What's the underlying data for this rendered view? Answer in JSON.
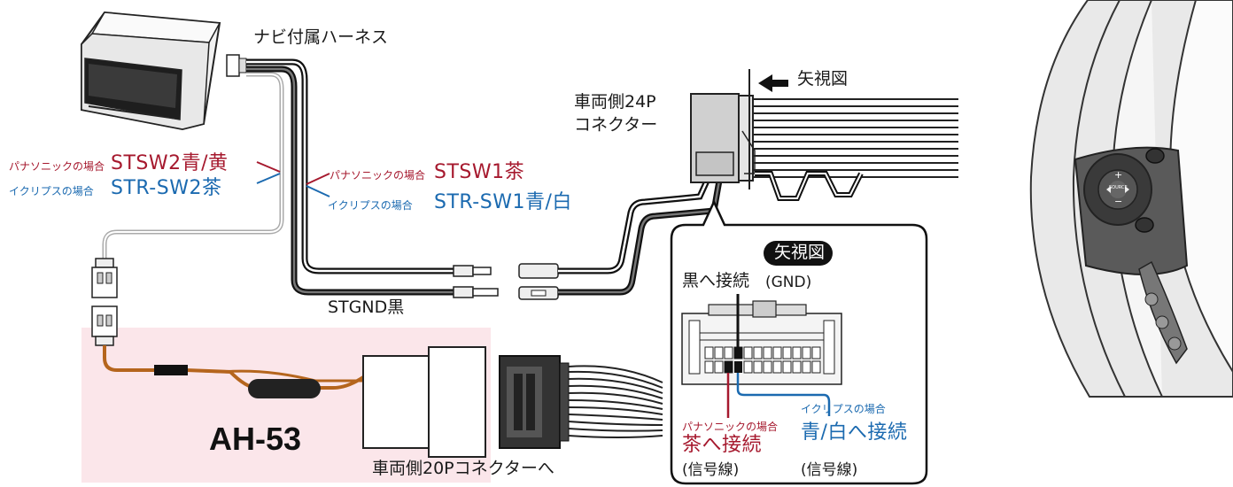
{
  "labels": {
    "navi_harness": "ナビ付属ハーネス",
    "arrow_view": "矢視図",
    "vehicle_24p_line1": "車両側24P",
    "vehicle_24p_line2": "コネクター",
    "panasonic_case": "パナソニックの場合",
    "eclipse_case": "イクリプスの場合",
    "stsw2": "STSW2青/黄",
    "strsw2": "STR-SW2茶",
    "stsw1": "STSW1茶",
    "strsw1": "STR-SW1青/白",
    "stgnd": "STGND黒",
    "model": "AH-53",
    "vehicle_20p": "車両側20Pコネクターへ"
  },
  "inset": {
    "title": "矢視図",
    "black_connect": "黒へ接続",
    "gnd": "(GND)",
    "panasonic_case": "パナソニックの場合",
    "eclipse_case": "イクリプスの場合",
    "brown_connect": "茶へ接続",
    "bluewhite_connect": "青/白へ接続",
    "signal1": "(信号線)",
    "signal2": "(信号線)"
  },
  "steering": {
    "source_label": "SOURCE",
    "plus": "+",
    "minus": "−"
  },
  "colors": {
    "panasonic_red": "#a6192e",
    "eclipse_blue": "#1b6ab0",
    "highlight_pink": "#fbe6ea",
    "wire_brown": "#b5651d"
  }
}
